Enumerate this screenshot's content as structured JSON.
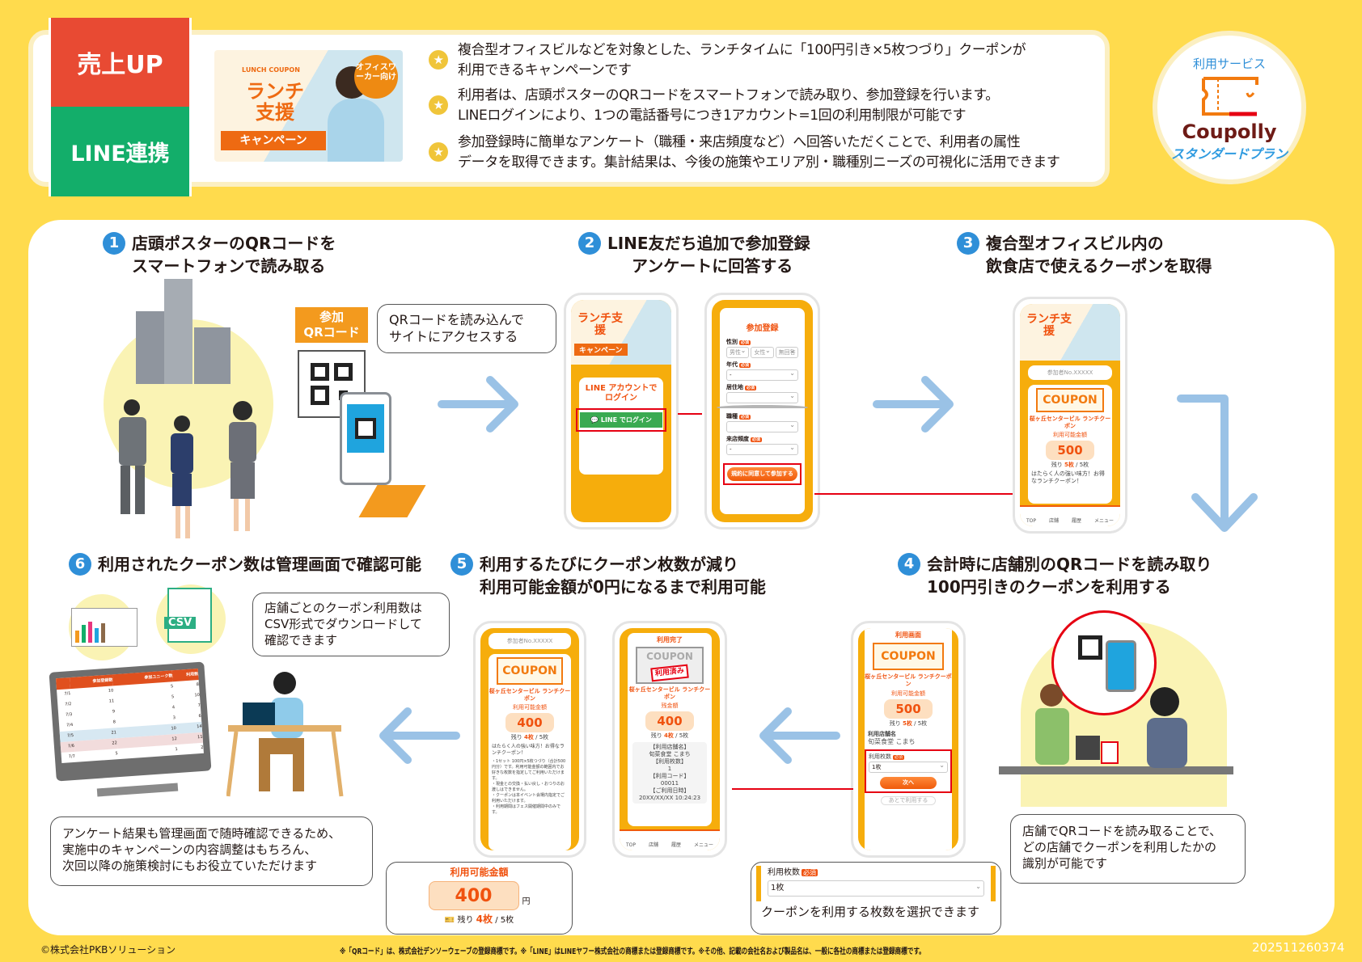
{
  "header": {
    "badge_top": "売上UP",
    "badge_bottom": "LINE連携",
    "thumbnail": {
      "small": "LUNCH COUPON",
      "title": "ランチ支援",
      "ribbon": "キャンペーン",
      "tag": "オフィスワーカー向け"
    },
    "bullets": [
      [
        "複合型オフィスビルなどを対象とした、ランチタイムに「100円引き×5枚つづり」クーポンが",
        "利用できるキャンペーンです"
      ],
      [
        "利用者は、店頭ポスターのQRコードをスマートフォンで読み取り、参加登録を行います。",
        "LINEログインにより、1つの電話番号につき1アカウント=1回の利用制限が可能です"
      ],
      [
        "参加登録時に簡単なアンケート（職種・来店頻度など）へ回答いただくことで、利用者の属性",
        "データを取得できます。集計結果は、今後の施策やエリア別・職種別ニーズの可視化に活用できます"
      ]
    ],
    "service": {
      "label": "利用サービス",
      "brand": "Coupolly",
      "plan": "スタンダードプラン"
    }
  },
  "steps": [
    {
      "num": "1",
      "lines": [
        "店頭ポスターのQRコードを",
        "スマートフォンで読み取る"
      ]
    },
    {
      "num": "2",
      "lines": [
        "LINE友だち追加で参加登録",
        "アンケートに回答する"
      ]
    },
    {
      "num": "3",
      "lines": [
        "複合型オフィスビル内の",
        "飲食店で使えるクーポンを取得"
      ]
    },
    {
      "num": "4",
      "lines": [
        "会計時に店舗別のQRコードを読み取り",
        "100円引きのクーポンを利用する"
      ]
    },
    {
      "num": "5",
      "lines": [
        "利用するたびにクーポン枚数が減り",
        "利用可能金額が0円になるまで利用可能"
      ]
    },
    {
      "num": "6",
      "lines": [
        "利用されたクーポン数は管理画面で確認可能"
      ]
    }
  ],
  "step1": {
    "poster_label": [
      "参加",
      "QRコード"
    ],
    "bubble": [
      "QRコードを読み込んで",
      "サイトにアクセスする"
    ]
  },
  "step2": {
    "login_title": [
      "LINE アカウントで",
      "ログイン"
    ],
    "login_button": "LINE でログイン",
    "form_title": "参加登録",
    "required": "必須",
    "fields": {
      "gender": "性別",
      "gender_options": [
        "男性",
        "女性",
        "無回答"
      ],
      "age": "年代",
      "residence": "居住地",
      "job": "職種",
      "frequency": "来店頻度",
      "select_default": "-"
    },
    "submit": "規約に同意して参加する"
  },
  "coupon_screen": {
    "participant": "参加者No.XXXXX",
    "coupon": "COUPON",
    "coupon_name": "桜ヶ丘センタービル ランチクーポン",
    "available_label": "利用可能金額",
    "balance_label": "残金額",
    "yen": "円",
    "remain_label": "残り",
    "total": "/ 5枚",
    "desc": "はたらく人の強い味方！お得なランチクーポン！",
    "terms": [
      "・1セット 100円×5枚つづり（合計500円分）です。利用可能金額の範囲内でお好きな枚数を指定してご利用いただけます。",
      "・現金との交換・払い戻し・おつりのお渡しはできません。",
      "・クーポンは本イベント会場内指定でご利用いただけます。",
      "・利用期間はフェス開催期間中のみです。"
    ],
    "nav": [
      "TOP",
      "店舗",
      "履歴",
      "メニュー"
    ]
  },
  "step3": {
    "amount": "500",
    "remain": "5枚"
  },
  "step4": {
    "title": "利用画面",
    "amount": "500",
    "remain": "5枚",
    "store_label": "利用店舗名",
    "store": "旬菜食堂 こまち",
    "count_label": "利用枚数",
    "count_value": "1枚",
    "next": "次へ",
    "later": "あとで利用する",
    "bubble_select": "クーポンを利用する枚数を選択できます",
    "bubble_right": [
      "店舗でQRコードを読み取ることで、",
      "どの店舗でクーポンを利用したかの",
      "識別が可能です"
    ]
  },
  "step5": {
    "amount": "400",
    "remain": "4枚",
    "done_title": "利用完了",
    "used_stamp": "利用済み",
    "details": [
      {
        "label": "【利用店舗名】",
        "value": "旬菜食堂 こまち"
      },
      {
        "label": "【利用枚数】",
        "value": "1"
      },
      {
        "label": "【利用コード】",
        "value": "00011"
      },
      {
        "label": "【ご利用日時】",
        "value": "20XX/XX/XX 10:24:23"
      }
    ],
    "bubble_label": "利用可能金額",
    "bubble_amount": "400",
    "bubble_remain": "4枚"
  },
  "step6": {
    "csv": "CSV",
    "bubble_csv": [
      "店舗ごとのクーポン利用数は",
      "CSV形式でダウンロードして",
      "確認できます"
    ],
    "bubble_admin": [
      "アンケート結果も管理画面で随時確認できるため、",
      "実施中のキャンペーンの内容調整はもちろん、",
      "次回以降の施策検討にもお役立ていただけます"
    ],
    "table": {
      "headers": [
        "参加登録数",
        "参加ユニーク数",
        "利用数"
      ],
      "rows": [
        [
          "7/1",
          "10",
          "5",
          "8"
        ],
        [
          "7/2",
          "11",
          "5",
          "10"
        ],
        [
          "7/3",
          "9",
          "4",
          "7"
        ],
        [
          "7/4",
          "8",
          "3",
          "6"
        ],
        [
          "7/5",
          "21",
          "10",
          "14"
        ],
        [
          "7/6",
          "22",
          "12",
          "11"
        ],
        [
          "7/7",
          "5",
          "1",
          "2"
        ]
      ]
    }
  },
  "footer": {
    "copyright": "©株式会社PKBソリューション",
    "notice": "※「QRコード」は、株式会社デンソーウェーブの登録商標です。※「LINE」はLINEヤフー株式会社の商標または登録商標です。※その他、記載の会社名および製品名は、一般に各社の商標または登録商標です。",
    "code": "202511260374"
  },
  "colors": {
    "background": "#FFDB4D",
    "red": "#E84A33",
    "green": "#13AE6A",
    "orange": "#F6AD0C",
    "accent": "#F0520F",
    "blue": "#2F8FD8",
    "arrow": "#9AC2E6"
  }
}
